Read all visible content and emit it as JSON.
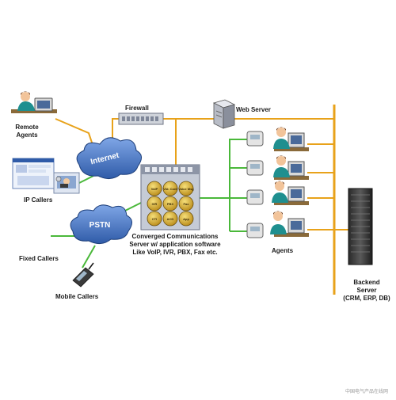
{
  "labels": {
    "remote_agents": [
      "Remote",
      "Agents"
    ],
    "internet": "Internet",
    "ip_callers": "IP Callers",
    "pstn": "PSTN",
    "fixed_callers": "Fixed Callers",
    "mobile_callers": "Mobile Callers",
    "firewall": "Firewall",
    "web_server": "Web Server",
    "converged": [
      "Converged Communications",
      "Server w/ application software",
      "Like VoIP, IVR, PBX, Fax etc."
    ],
    "agents": "Agents",
    "backend": [
      "Backend",
      "Server",
      "(CRM, ERP, DB)"
    ],
    "disc_labels": [
      "VoIP",
      "Vid. Conf",
      "Voice Msg",
      "IVR",
      "PBX",
      "Fax",
      "CTI",
      "ACD",
      "App"
    ]
  },
  "watermark": "中国电气产品在线网",
  "colors": {
    "line_orange": "#e8a21a",
    "line_green": "#4ab83a",
    "bus_orange": "#e8a21a",
    "cloud_fill": "#4a77c4",
    "cloud_text": "#ffffff",
    "disc_gold": "#e2b93b"
  },
  "icons": [
    "person-at-desk-icon",
    "cloud-icon",
    "firewall-icon",
    "server-icon",
    "telephone-icon",
    "mobile-phone-icon",
    "rack-server-icon"
  ]
}
